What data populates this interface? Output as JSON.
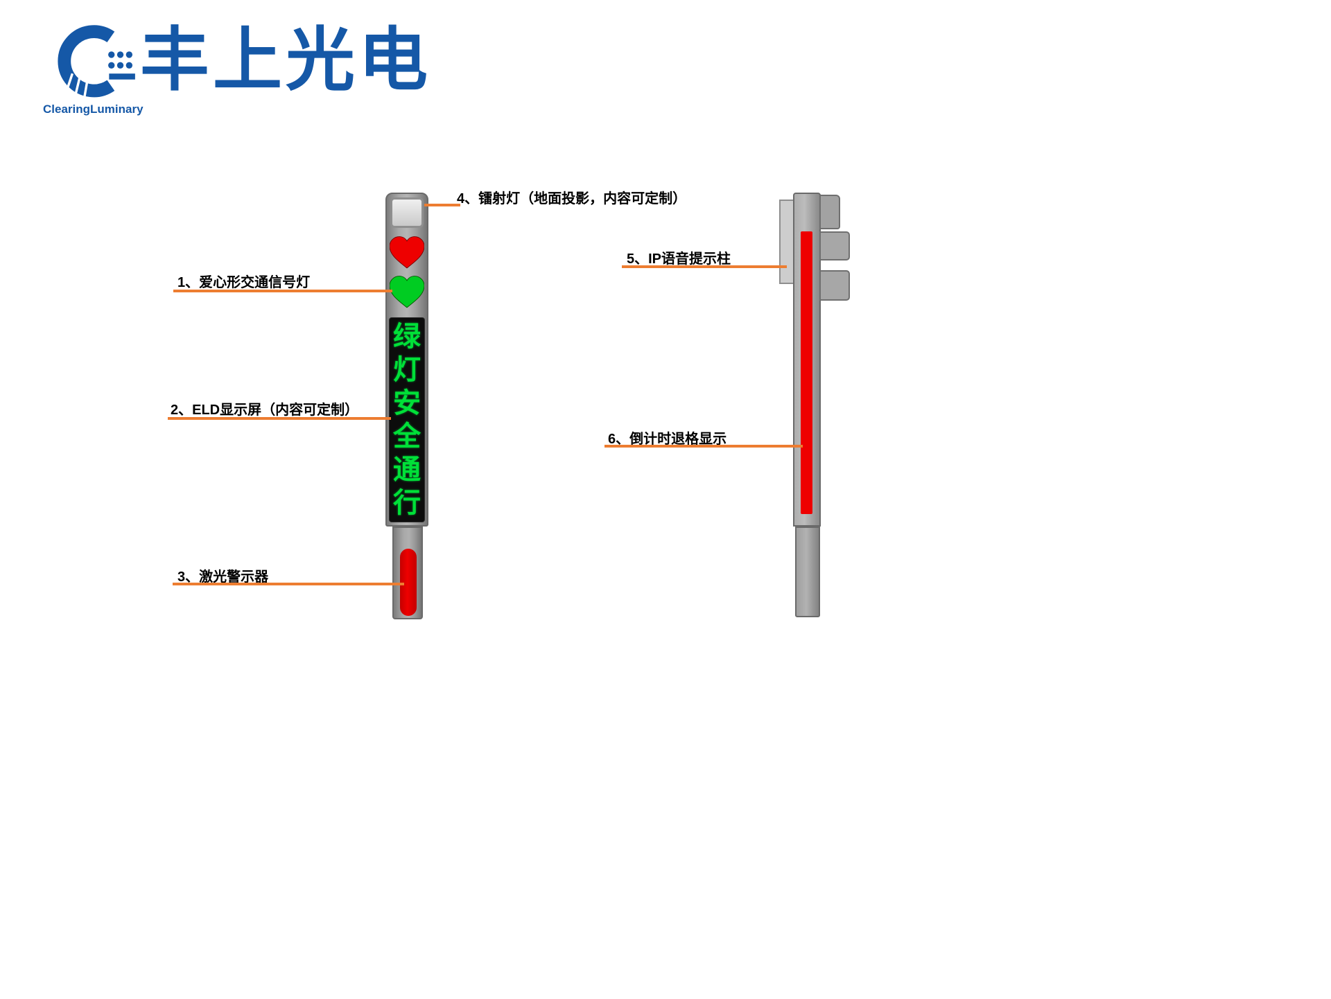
{
  "brand": {
    "logo_caption": "ClearingLuminary",
    "company_name": "丰上光电"
  },
  "front_view": {
    "display_text": "绿灯安全通行"
  },
  "annotations": {
    "a1": {
      "label": "1、爱心形交通信号灯"
    },
    "a2": {
      "label": "2、ELD显示屏（内容可定制）"
    },
    "a3": {
      "label": "3、激光警示器"
    },
    "a4": {
      "label": "4、镭射灯（地面投影，内容可定制）"
    },
    "a5": {
      "label": "5、IP语音提示柱"
    },
    "a6": {
      "label": "6、倒计时退格显示"
    }
  },
  "colors": {
    "brand_blue": "#1558a7",
    "annotation_orange": "#ed7d31",
    "signal_red": "#ee0000",
    "signal_green": "#00cc22",
    "led_green": "#00e038",
    "pole_gray": "#9a9a9a"
  }
}
